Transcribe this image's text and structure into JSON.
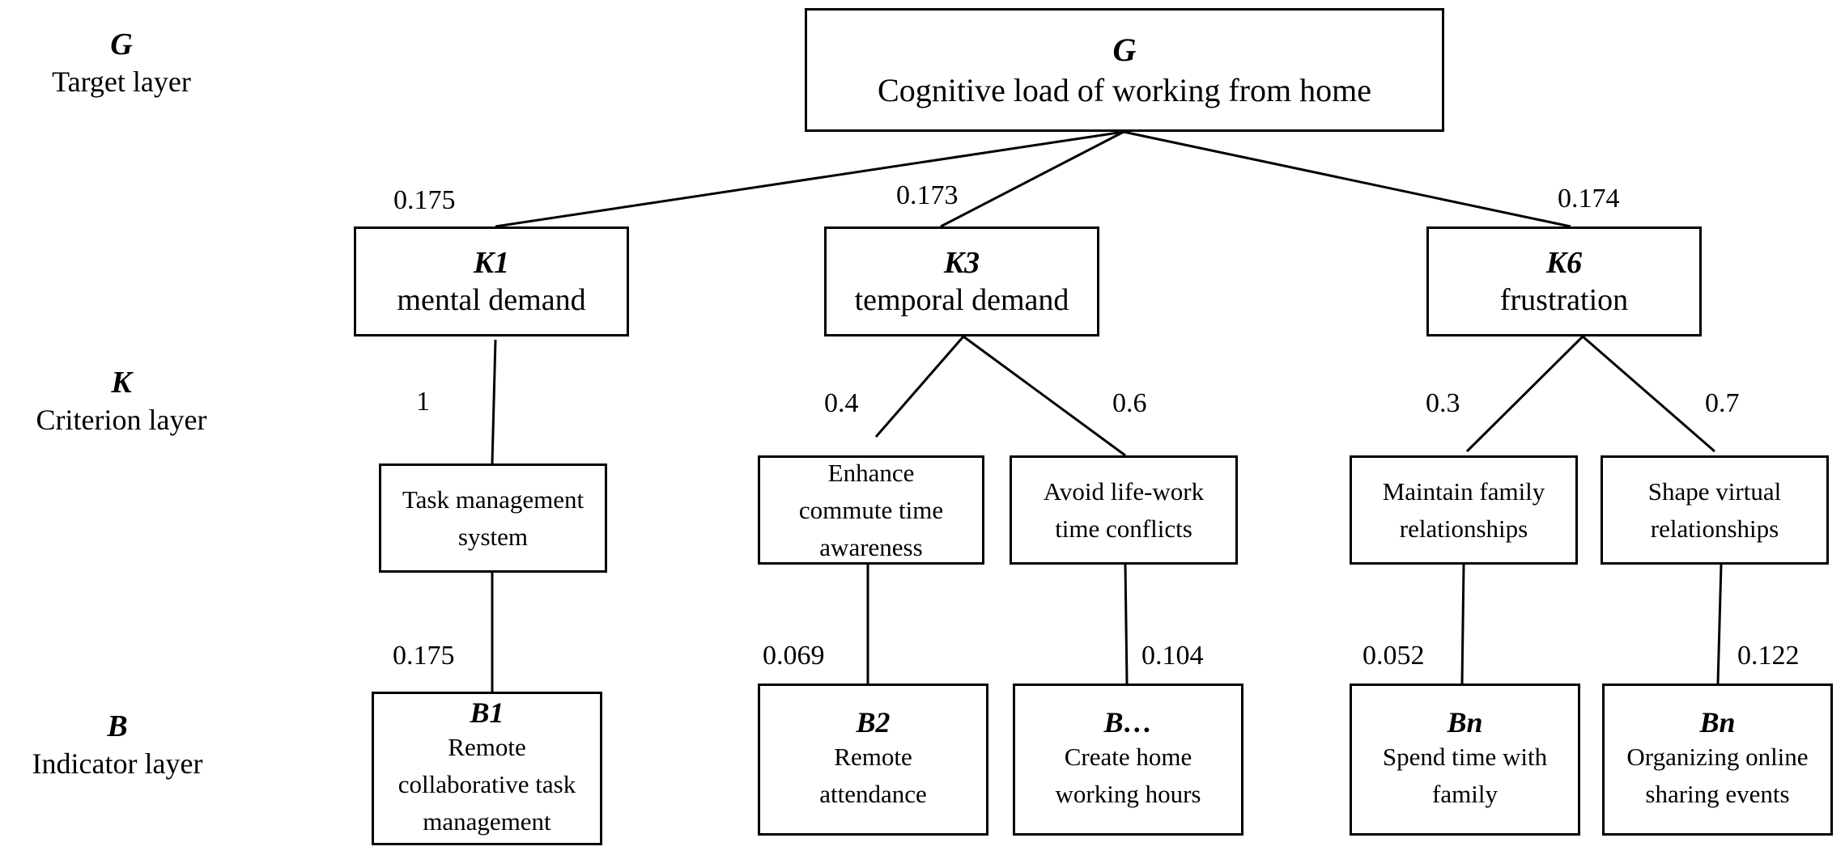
{
  "layers": [
    {
      "code": "G",
      "name": "Target layer"
    },
    {
      "code": "K",
      "name": "Criterion layer"
    },
    {
      "code": "B",
      "name": "Indicator layer"
    }
  ],
  "goal": {
    "code": "G",
    "label": "Cognitive load of working from home"
  },
  "criteria": [
    {
      "code": "K1",
      "label": "mental demand",
      "weight": "0.175"
    },
    {
      "code": "K3",
      "label": "temporal demand",
      "weight": "0.173"
    },
    {
      "code": "K6",
      "label": "frustration",
      "weight": "0.174"
    }
  ],
  "subcriteria": [
    {
      "label": "Task management\nsystem",
      "weight": "1"
    },
    {
      "label": "Enhance\ncommute time\nawareness",
      "weight": "0.4"
    },
    {
      "label": "Avoid life-work\ntime conflicts",
      "weight": "0.6"
    },
    {
      "label": "Maintain family\nrelationships",
      "weight": "0.3"
    },
    {
      "label": "Shape virtual\nrelationships",
      "weight": "0.7"
    }
  ],
  "indicators": [
    {
      "code": "B1",
      "label": "Remote\ncollaborative task\nmanagement",
      "weight": "0.175"
    },
    {
      "code": "B2",
      "label": "Remote\nattendance",
      "weight": "0.069"
    },
    {
      "code": "B…",
      "label": "Create home\nworking hours",
      "weight": "0.104"
    },
    {
      "code": "Bn",
      "label": "Spend time with\nfamily",
      "weight": "0.052"
    },
    {
      "code": "Bn",
      "label": "Organizing online\nsharing events",
      "weight": "0.122"
    }
  ]
}
